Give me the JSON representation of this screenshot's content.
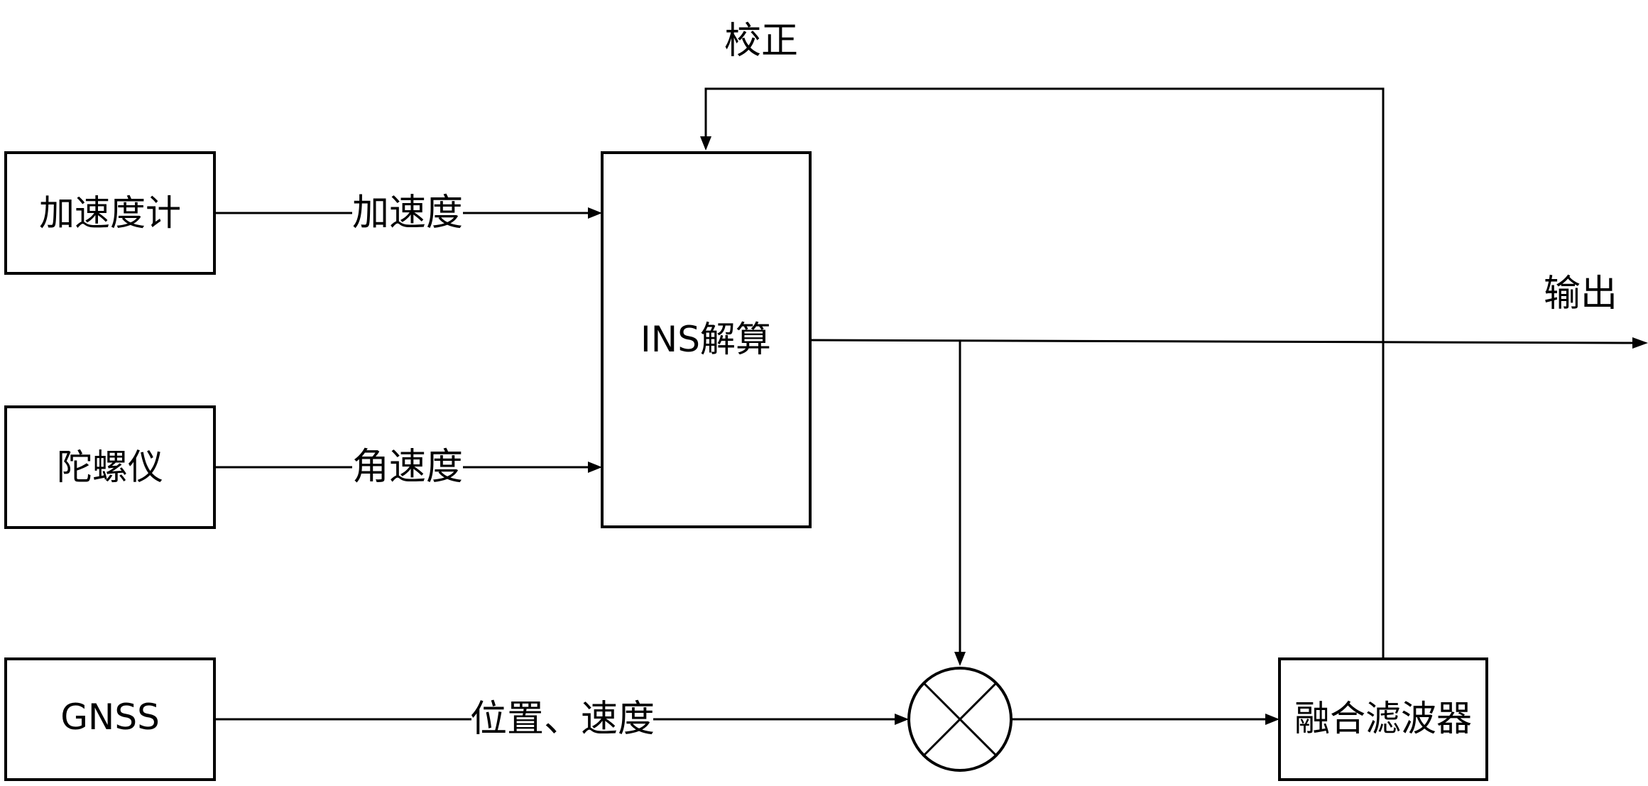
{
  "nodes": {
    "accelerometer": "加速度计",
    "gyroscope": "陀螺仪",
    "gnss": "GNSS",
    "ins_solution": "INS解算",
    "fusion_filter": "融合滤波器"
  },
  "edges": {
    "acceleration": "加速度",
    "angular_velocity": "角速度",
    "position_velocity": "位置、速度",
    "correction": "校正",
    "output": "输出"
  }
}
